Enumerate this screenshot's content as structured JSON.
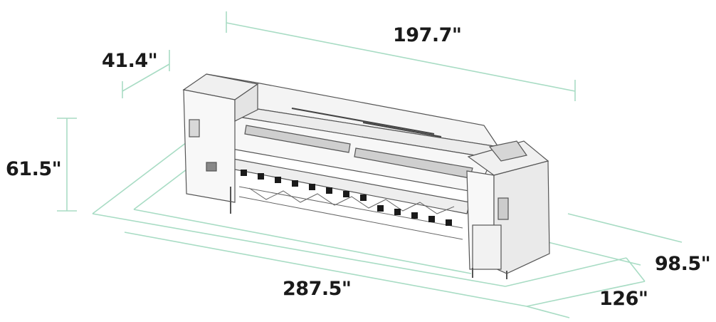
{
  "dimensions": {
    "width": "197.7\"",
    "depth": "41.4\"",
    "height": "61.5\"",
    "floor_length": "287.5\"",
    "floor_side": "98.5\"",
    "floor_depth": "126\""
  },
  "colors": {
    "dimension_line": "#a8dcc4",
    "machine_stroke": "#555555",
    "machine_fill": "#f2f2f2",
    "ink_block": "#1a1a1a"
  }
}
